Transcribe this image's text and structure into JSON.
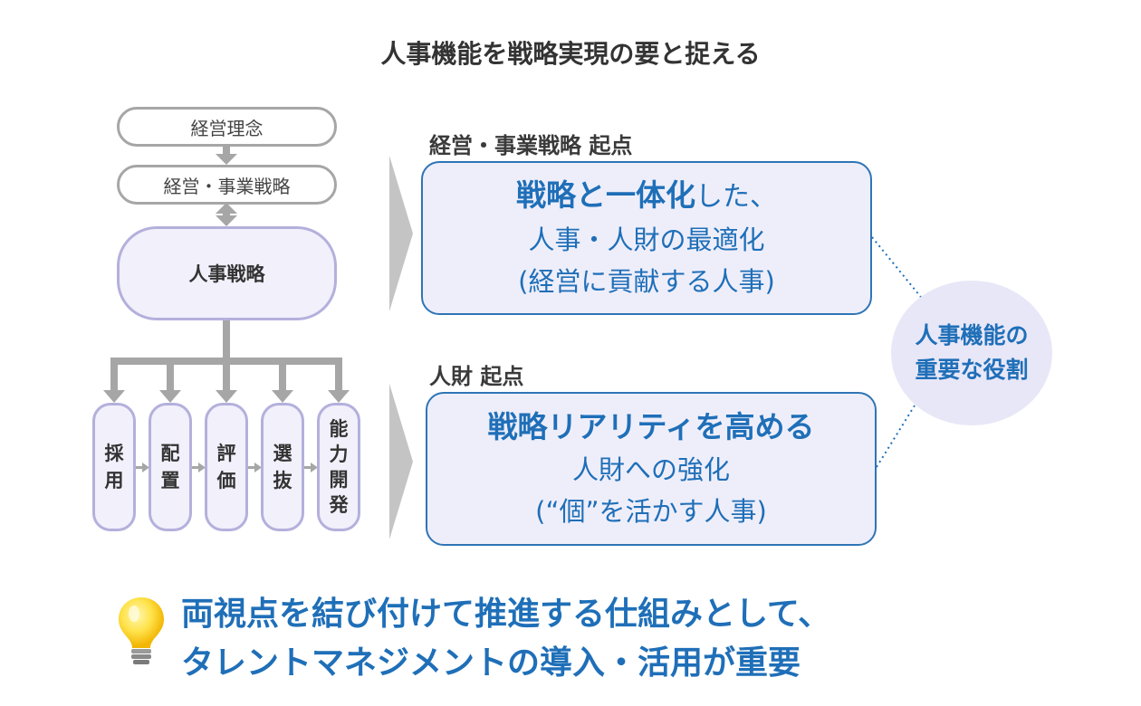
{
  "title": "人事機能を戦略実現の要と捉える",
  "left": {
    "philosophy": "経営理念",
    "business_strategy": "経営・事業戦略",
    "hr_strategy": "人事戦略",
    "functions": [
      {
        "chars": [
          "採",
          "用"
        ]
      },
      {
        "chars": [
          "配",
          "置"
        ]
      },
      {
        "chars": [
          "評",
          "価"
        ]
      },
      {
        "chars": [
          "選",
          "抜"
        ]
      },
      {
        "chars": [
          "能",
          "力",
          "開",
          "発"
        ]
      }
    ]
  },
  "right": {
    "top": {
      "label": "経営・事業戦略 起点",
      "headline_bold": "戦略と一体化",
      "headline_rest": "した、",
      "line2": "人事・人財の最適化",
      "line3": "(経営に貢献する人事)"
    },
    "bottom": {
      "label": "人財 起点",
      "headline": "戦略リアリティを高める",
      "line2": "人財への強化",
      "line3": "(“個”を活かす人事)"
    },
    "role": {
      "line1": "人事機能の",
      "line2": "重要な役割"
    }
  },
  "conclusion": {
    "icon": "lightbulb-icon",
    "line1": "両視点を結び付けて推進する仕組みとして、",
    "line2": "タレントマネジメントの導入・活用が重要"
  },
  "colors": {
    "accent_blue": "#1f6fb8",
    "box_border_blue": "#2e75b6",
    "lavender_fill": "#f1f0fb",
    "lavender_border": "#b4b0dc",
    "connector_gray": "#a6a6a6"
  }
}
